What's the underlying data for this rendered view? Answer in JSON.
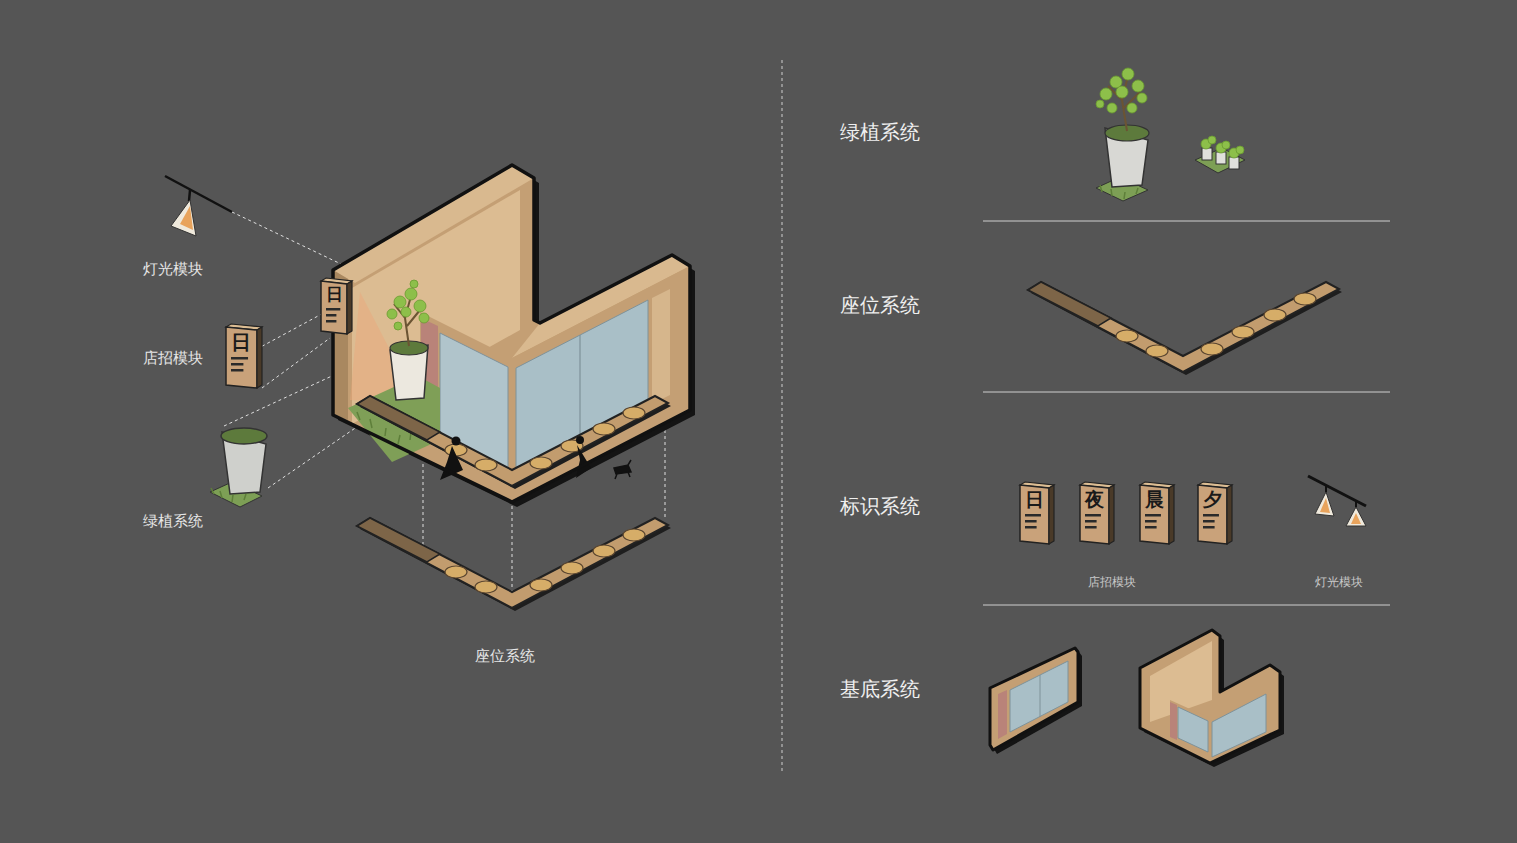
{
  "diagram": {
    "nodes": [
      {
        "text": [
          "日"
        ]
      },
      {
        "text": [
          "日"
        ]
      },
      {
        "text": [
          "日"
        ]
      },
      {
        "text": [
          "夜"
        ]
      },
      {
        "text": [
          "晨"
        ]
      },
      {
        "text": [
          "夕"
        ]
      }
    ],
    "edges": [
      {
        "from": 1,
        "to": 0,
        "arrow": "none"
      }
    ],
    "labels": [
      "灯光模块",
      "店招模块",
      "绿植系统",
      "座位系统",
      "绿植系统",
      "座位系统",
      "标识系统",
      "店招模块",
      "灯光模块",
      "基底系统"
    ]
  }
}
